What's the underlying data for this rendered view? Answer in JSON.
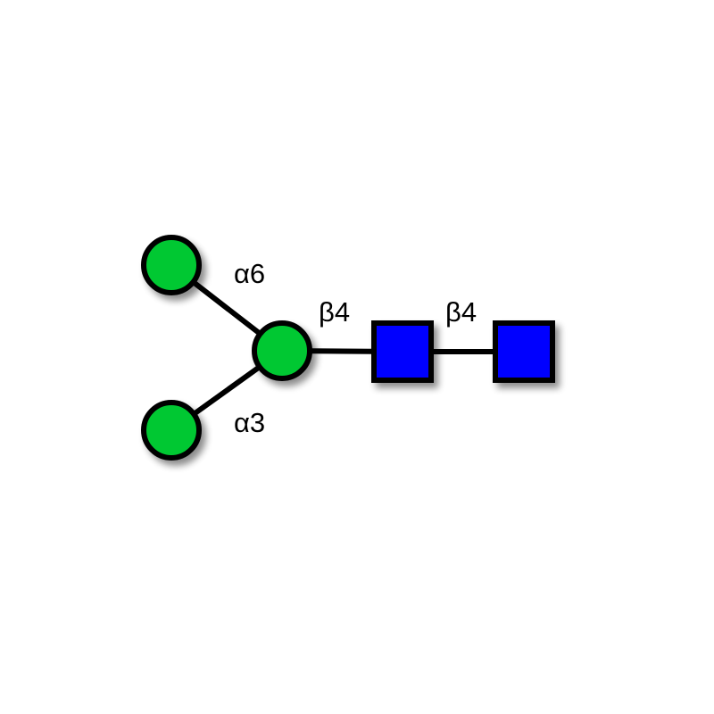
{
  "glycan": {
    "residues": [
      {
        "id": "man-a6",
        "shape": "circle",
        "color": "#00c832"
      },
      {
        "id": "man-a3",
        "shape": "circle",
        "color": "#00c832"
      },
      {
        "id": "man-core",
        "shape": "circle",
        "color": "#00c832"
      },
      {
        "id": "glcnac-1",
        "shape": "square",
        "color": "#0000ff"
      },
      {
        "id": "glcnac-2",
        "shape": "square",
        "color": "#0000ff"
      }
    ],
    "linkages": {
      "a6": "α6",
      "a3": "α3",
      "b4_core": "β4",
      "b4_reducing": "β4"
    }
  }
}
